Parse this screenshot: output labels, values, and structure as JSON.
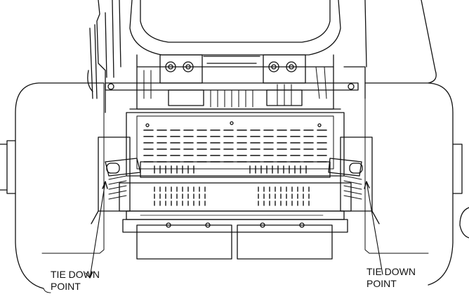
{
  "labels": {
    "left": {
      "line1": "TIE DOWN",
      "line2": "POINT"
    },
    "right": {
      "line1": "TIE DOWN",
      "line2": "POINT"
    }
  },
  "colors": {
    "ink": "#111111",
    "background": "#ffffff"
  }
}
